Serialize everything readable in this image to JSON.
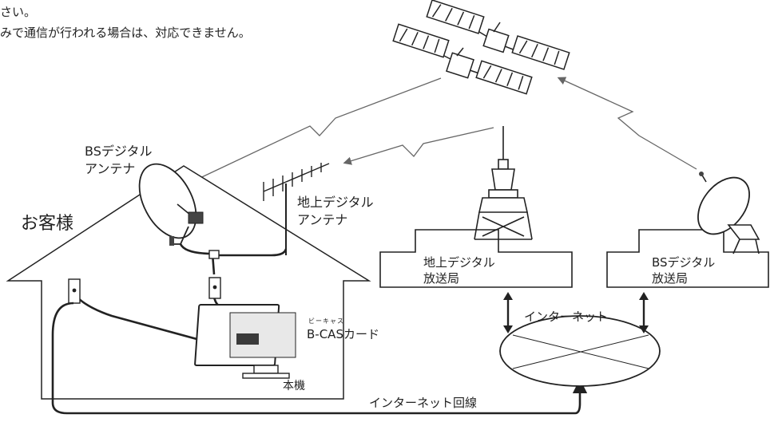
{
  "notes": {
    "line1": "さい。",
    "line2": "みで通信が行われる場合は、対応できません。"
  },
  "labels": {
    "bs_antenna": [
      "BSデジタル",
      "アンテナ"
    ],
    "terrestrial_antenna": [
      "地上デジタル",
      "アンテナ"
    ],
    "customer": "お客様",
    "terrestrial_station": [
      "地上デジタル",
      "放送局"
    ],
    "bs_station": [
      "BSデジタル",
      "放送局"
    ],
    "internet": "インターネット",
    "internet_line": "インターネット回線",
    "bcas_card": "B-CASカード",
    "bcas_ruby": "ビーキャス",
    "main_unit": "本機"
  },
  "colors": {
    "line": "#222222",
    "dark_fill": "#3a3a3a",
    "arrow_grey": "#666666"
  }
}
